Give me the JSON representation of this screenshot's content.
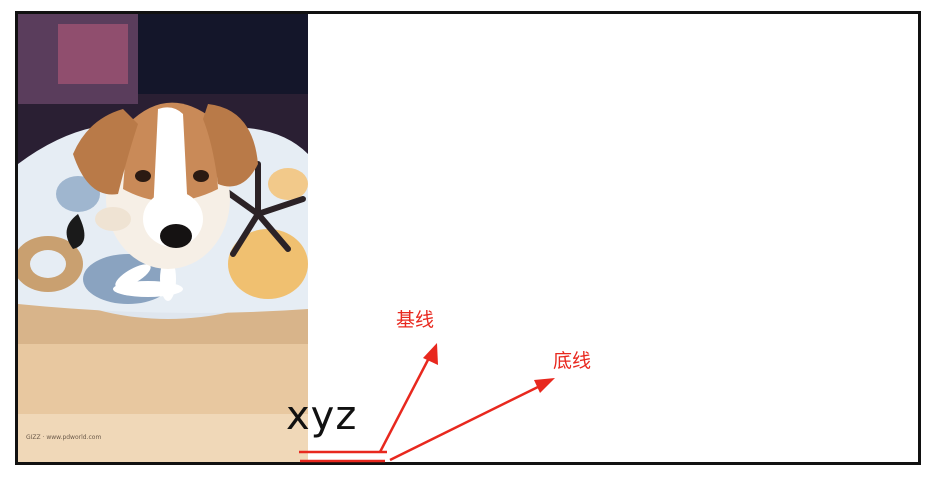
{
  "demo": {
    "sample_text": "xyz",
    "image_caption": "GIZZ · www.pdworld.com",
    "labels": {
      "baseline": "基线",
      "bottom_line": "底线"
    },
    "colors": {
      "annotation": "#e8281e",
      "frame_border": "#111111"
    }
  }
}
